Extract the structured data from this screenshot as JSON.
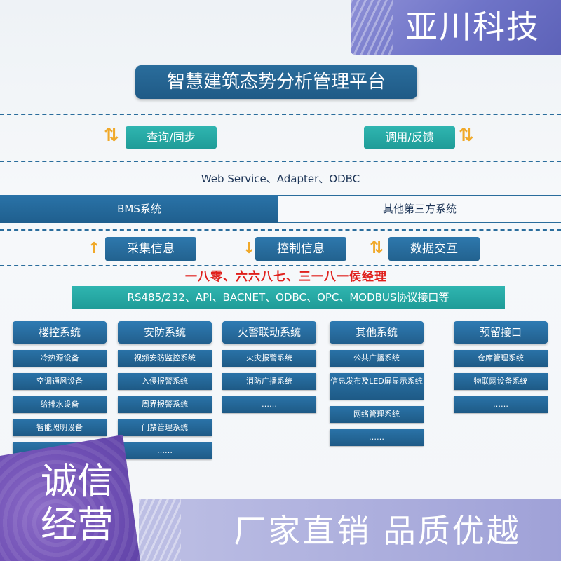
{
  "brand": "亚川科技",
  "title": "智慧建筑态势分析管理平台",
  "sync": {
    "left": "查询/同步",
    "right": "调用/反馈"
  },
  "interfaces": "Web Service、Adapter、ODBC",
  "systems": {
    "left": "BMS系统",
    "right": "其他第三方系统"
  },
  "info_flow": {
    "collect": "采集信息",
    "control": "控制信息",
    "exchange": "数据交互"
  },
  "watermark": "一八零、六六八七、三一八一侯经理",
  "protocols": "RS485/232、API、BACNET、ODBC、OPC、MODBUS协议接口等",
  "columns": [
    {
      "header": "楼控系统",
      "items": [
        "冷热源设备",
        "空调通风设备",
        "给排水设备",
        "智能照明设备",
        ""
      ]
    },
    {
      "header": "安防系统",
      "items": [
        "视频安防监控系统",
        "入侵报警系统",
        "周界报警系统",
        "门禁管理系统",
        "……"
      ]
    },
    {
      "header": "火警联动系统",
      "items": [
        "火灾报警系统",
        "消防广播系统",
        "……"
      ]
    },
    {
      "header": "其他系统",
      "items": [
        "公共广播系统",
        "信息发布及LED屏显示系统",
        "网络管理系统",
        "……"
      ]
    },
    {
      "header": "预留接口",
      "items": [
        "仓库管理系统",
        "物联网设备系统",
        "……"
      ]
    }
  ],
  "badge": {
    "line1": "诚信",
    "line2": "经营"
  },
  "slogan": "厂家直销  品质优越",
  "colors": {
    "primary_blue": "#22628f",
    "teal": "#1f9c98",
    "arrow_orange": "#f0a92a",
    "watermark_red": "#e0201c",
    "brand_purple": "#6f74c8"
  }
}
